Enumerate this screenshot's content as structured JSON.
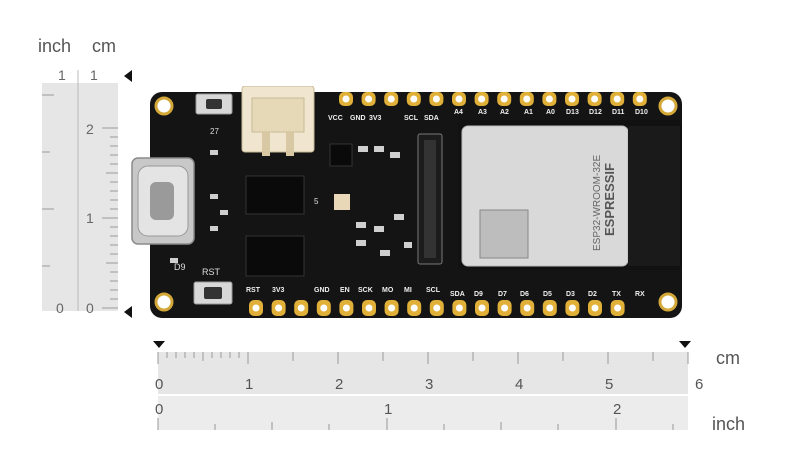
{
  "left_ruler": {
    "unit_inch": "inch",
    "unit_cm": "cm",
    "inch_ticks": [
      "1",
      "0"
    ],
    "cm_ticks": [
      "2",
      "1",
      "0"
    ],
    "inch_top_label": "1",
    "cm_top_label": "1"
  },
  "bottom_ruler": {
    "unit_cm": "cm",
    "unit_inch": "inch",
    "cm_ticks": [
      "0",
      "1",
      "2",
      "3",
      "4",
      "5",
      "6"
    ],
    "inch_ticks": [
      "0",
      "1",
      "2"
    ]
  },
  "board": {
    "top_pins": [
      "VCC",
      "GND",
      "3V3",
      "SCL",
      "SDA",
      "A4",
      "A3",
      "A2",
      "A1",
      "A0",
      "D13",
      "D12",
      "D11",
      "D10"
    ],
    "bottom_pins": [
      "RST",
      "3V3",
      "GND",
      "EN",
      "SCK",
      "MO",
      "MI",
      "SCL",
      "SDA",
      "D9",
      "D7",
      "D6",
      "D5",
      "D3",
      "D2",
      "TX",
      "RX"
    ],
    "label_27": "27",
    "label_d9": "D9",
    "label_rst": "RST",
    "label_5": "5",
    "module_brand": "ESPRESSIF",
    "module_model": "ESP32-WROOM-32E",
    "colors": {
      "pcb": "#141414",
      "pad": "#e0b038",
      "module": "#d9d9d9",
      "connector": "#f0e6cf"
    }
  }
}
